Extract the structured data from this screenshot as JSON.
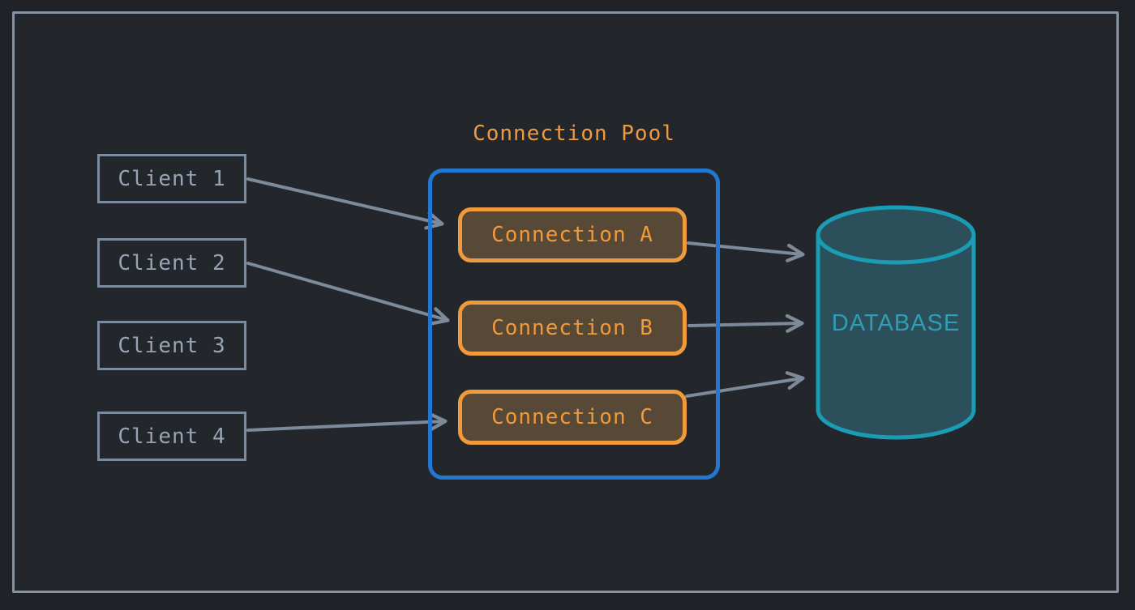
{
  "clients": [
    {
      "label": "Client 1"
    },
    {
      "label": "Client 2"
    },
    {
      "label": "Client 3"
    },
    {
      "label": "Client 4"
    }
  ],
  "pool": {
    "title": "Connection Pool",
    "connections": [
      {
        "label": "Connection A"
      },
      {
        "label": "Connection B"
      },
      {
        "label": "Connection C"
      }
    ]
  },
  "database": {
    "label": "DATABASE"
  },
  "colors": {
    "background": "#23272c",
    "frame_border": "#8593a4",
    "client_border": "#7b8a9c",
    "client_text": "#97a4b5",
    "pool_border": "#2277d3",
    "pool_title": "#ef9a3e",
    "connection_border": "#f09a3c",
    "connection_fill": "#584836",
    "connection_text": "#f09a3c",
    "database_stroke": "#199cb4",
    "database_fill": "#2b4f5b",
    "database_text": "#2f9eb5",
    "arrow": "#7d8a9a"
  }
}
